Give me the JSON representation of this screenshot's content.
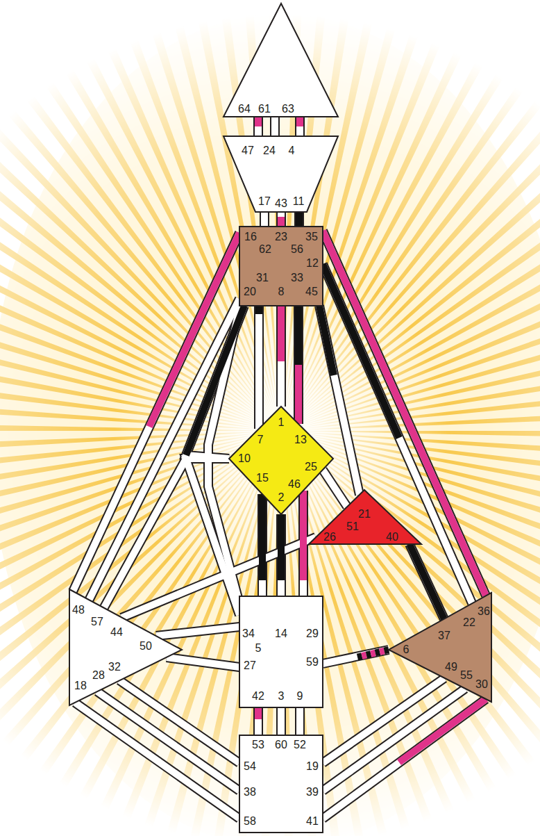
{
  "diagram": {
    "nodes": [
      {
        "text": [
          "64",
          "61",
          "63"
        ]
      },
      {
        "text": [
          "47",
          "24",
          "4",
          "17",
          "43",
          "11"
        ]
      },
      {
        "text": [
          "16",
          "23",
          "35",
          "62",
          "56",
          "12",
          "31",
          "33",
          "20",
          "8",
          "45"
        ]
      },
      {
        "text": [
          "1",
          "7",
          "13",
          "10",
          "25",
          "15",
          "46",
          "2"
        ]
      },
      {
        "text": [
          "21",
          "51",
          "26",
          "40"
        ]
      },
      {
        "text": [
          "48",
          "57",
          "44",
          "50",
          "32",
          "28",
          "18"
        ]
      },
      {
        "text": [
          "36",
          "22",
          "37",
          "6",
          "49",
          "55",
          "30"
        ]
      },
      {
        "text": [
          "34",
          "14",
          "29",
          "5",
          "27",
          "59",
          "42",
          "3",
          "9"
        ]
      },
      {
        "text": [
          "53",
          "60",
          "52",
          "54",
          "19",
          "38",
          "39",
          "58",
          "41"
        ]
      }
    ],
    "edges": [
      {
        "from": 0,
        "to": 1,
        "arrow": "none"
      },
      {
        "from": 0,
        "to": 1,
        "arrow": "none"
      },
      {
        "from": 0,
        "to": 1,
        "arrow": "none"
      },
      {
        "from": 1,
        "to": 2,
        "arrow": "none"
      },
      {
        "from": 1,
        "to": 2,
        "arrow": "none"
      },
      {
        "from": 1,
        "to": 2,
        "arrow": "none"
      },
      {
        "from": 2,
        "to": 3,
        "arrow": "none"
      },
      {
        "from": 2,
        "to": 3,
        "arrow": "none"
      },
      {
        "from": 2,
        "to": 3,
        "arrow": "none"
      },
      {
        "from": 2,
        "to": 3,
        "arrow": "none"
      },
      {
        "from": 2,
        "to": 4,
        "arrow": "none"
      },
      {
        "from": 2,
        "to": 5,
        "arrow": "none"
      },
      {
        "from": 2,
        "to": 5,
        "arrow": "none"
      },
      {
        "from": 2,
        "to": 7,
        "arrow": "none"
      },
      {
        "from": 2,
        "to": 6,
        "arrow": "none"
      },
      {
        "from": 2,
        "to": 6,
        "arrow": "none"
      },
      {
        "from": 3,
        "to": 4,
        "arrow": "none"
      },
      {
        "from": 3,
        "to": 5,
        "arrow": "none"
      },
      {
        "from": 3,
        "to": 7,
        "arrow": "none"
      },
      {
        "from": 3,
        "to": 7,
        "arrow": "none"
      },
      {
        "from": 3,
        "to": 7,
        "arrow": "none"
      },
      {
        "from": 3,
        "to": 7,
        "arrow": "none"
      },
      {
        "from": 4,
        "to": 5,
        "arrow": "none"
      },
      {
        "from": 4,
        "to": 6,
        "arrow": "none"
      },
      {
        "from": 5,
        "to": 7,
        "arrow": "none"
      },
      {
        "from": 5,
        "to": 7,
        "arrow": "none"
      },
      {
        "from": 7,
        "to": 6,
        "arrow": "none"
      },
      {
        "from": 7,
        "to": 8,
        "arrow": "none"
      },
      {
        "from": 7,
        "to": 8,
        "arrow": "none"
      },
      {
        "from": 7,
        "to": 8,
        "arrow": "none"
      },
      {
        "from": 8,
        "to": 5,
        "arrow": "none"
      },
      {
        "from": 8,
        "to": 5,
        "arrow": "none"
      },
      {
        "from": 8,
        "to": 5,
        "arrow": "none"
      },
      {
        "from": 8,
        "to": 6,
        "arrow": "none"
      },
      {
        "from": 8,
        "to": 6,
        "arrow": "none"
      },
      {
        "from": 8,
        "to": 6,
        "arrow": "none"
      }
    ]
  }
}
